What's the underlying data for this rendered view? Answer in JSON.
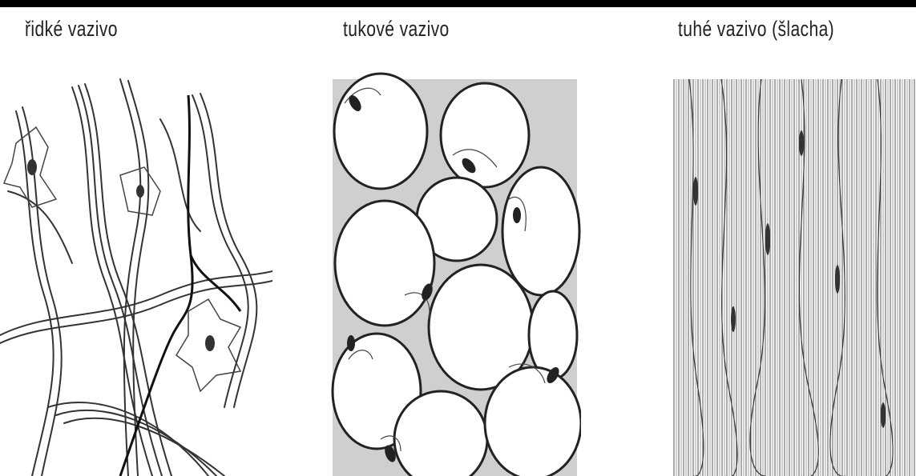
{
  "panels": [
    {
      "label": "řidké vazivo"
    },
    {
      "label": "tukové vazivo"
    },
    {
      "label": "tuhé vazivo (šlacha)"
    }
  ],
  "colors": {
    "background": "#000000",
    "paper": "#ffffff",
    "ink": "#222222"
  }
}
